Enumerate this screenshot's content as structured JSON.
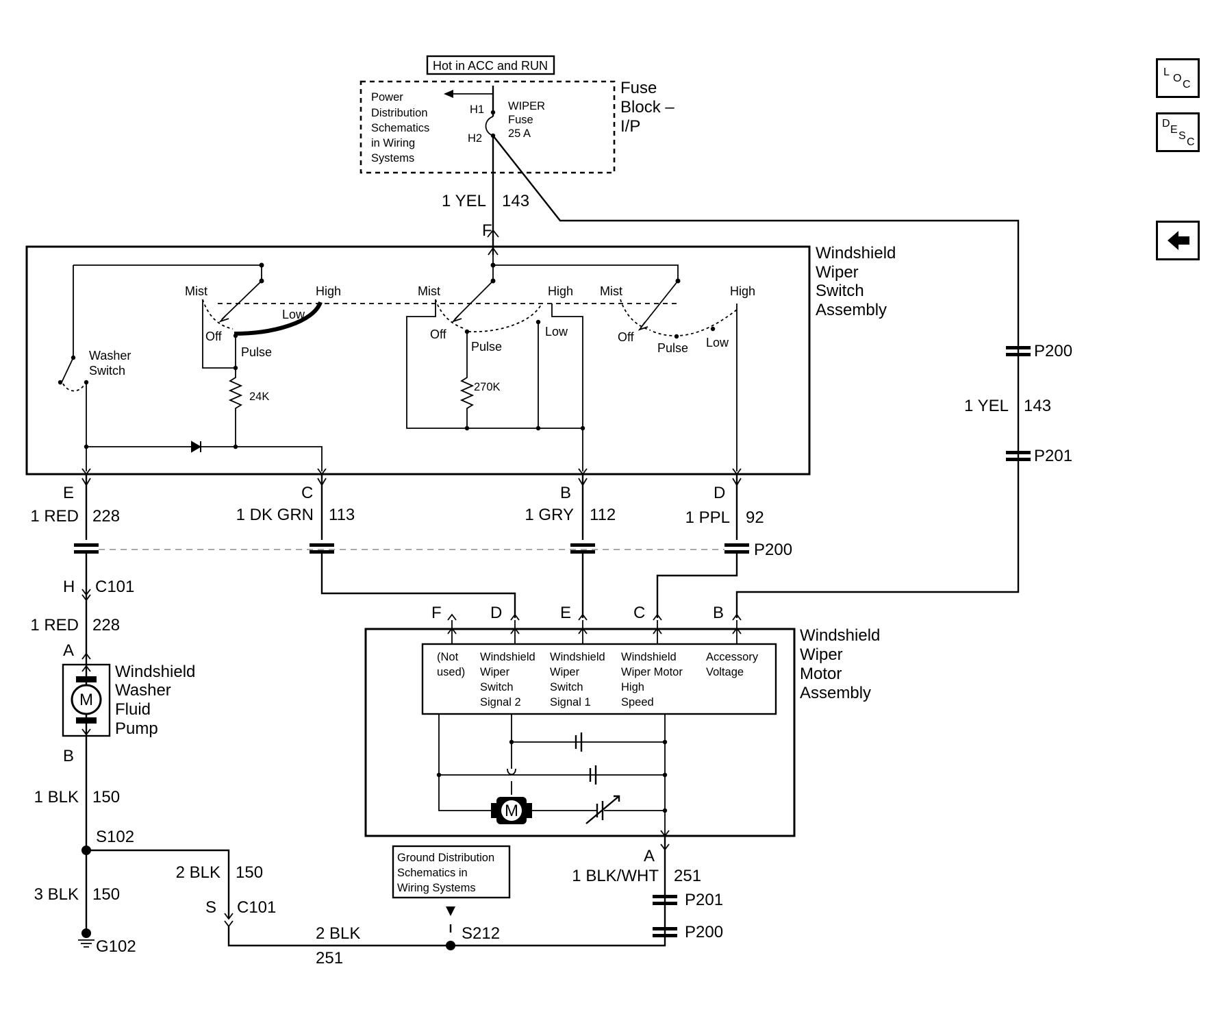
{
  "nav": {
    "loc": [
      "L",
      "O",
      "C"
    ],
    "desc": [
      "D",
      "E",
      "S",
      "C"
    ],
    "back_icon": "left-arrow-icon"
  },
  "power": {
    "hot_label": "Hot in ACC and RUN",
    "dist_label": [
      "Power",
      "Distribution",
      "Schematics",
      "in Wiring",
      "Systems"
    ],
    "fuse_name": [
      "WIPER",
      "Fuse",
      "25 A"
    ],
    "terminal_h1": "H1",
    "terminal_h2": "H2",
    "fuse_block": [
      "Fuse",
      "Block –",
      "I/P"
    ]
  },
  "top_wire": {
    "gauge": "1 YEL",
    "circuit": "143",
    "pin": "F"
  },
  "switch_assembly": {
    "title": [
      "Windshield",
      "Wiper",
      "Switch",
      "Assembly"
    ],
    "washer_switch": [
      "Washer",
      "Switch"
    ],
    "positions": {
      "mist": "Mist",
      "high": "High",
      "low": "Low",
      "off": "Off",
      "pulse": "Pulse"
    },
    "resistor_1": "24K",
    "resistor_2": "270K"
  },
  "pins": {
    "e": {
      "pin": "E",
      "gauge": "1 RED",
      "circuit": "228"
    },
    "c": {
      "pin": "C",
      "gauge": "1 DK GRN",
      "circuit": "113"
    },
    "b": {
      "pin": "B",
      "gauge": "1 GRY",
      "circuit": "112"
    },
    "d": {
      "pin": "D",
      "gauge": "1 PPL",
      "circuit": "92"
    }
  },
  "connectors": {
    "p200": "P200",
    "p201": "P201",
    "c101": "C101",
    "h": "H"
  },
  "right_feed": {
    "gauge": "1 YEL",
    "circuit": "143"
  },
  "pump": {
    "pin_a": "A",
    "pin_b": "B",
    "gauge_a": "1 RED",
    "circuit_a": "228",
    "motor": "M",
    "title": [
      "Windshield",
      "Washer",
      "Fluid",
      "Pump"
    ]
  },
  "motor_assembly": {
    "title": [
      "Windshield",
      "Wiper",
      "Motor",
      "Assembly"
    ],
    "pins": [
      "F",
      "D",
      "E",
      "C",
      "B"
    ],
    "functions": [
      [
        "(Not",
        "used)"
      ],
      [
        "Windshield",
        "Wiper",
        "Switch",
        "Signal 2"
      ],
      [
        "Windshield",
        "Wiper",
        "Switch",
        "Signal 1"
      ],
      [
        "Windshield",
        "Wiper Motor",
        "High",
        "Speed"
      ],
      [
        "Accessory",
        "Voltage"
      ]
    ],
    "motor": "M",
    "pin_a": "A",
    "ground_gauge": "1 BLK/WHT",
    "ground_circuit": "251"
  },
  "ground": {
    "wire1_gauge": "1 BLK",
    "wire1_circuit": "150",
    "splice_s102": "S102",
    "wire2_gauge": "2 BLK",
    "wire2_circuit": "150",
    "wire3_gauge": "3 BLK",
    "wire3_circuit": "150",
    "ground_g102": "G102",
    "connector_pin": "S",
    "connector": "C101",
    "wire4_gauge": "2 BLK",
    "wire4_circuit": "251",
    "splice_s212": "S212",
    "dist_label": [
      "Ground Distribution",
      "Schematics in",
      "Wiring Systems"
    ]
  }
}
